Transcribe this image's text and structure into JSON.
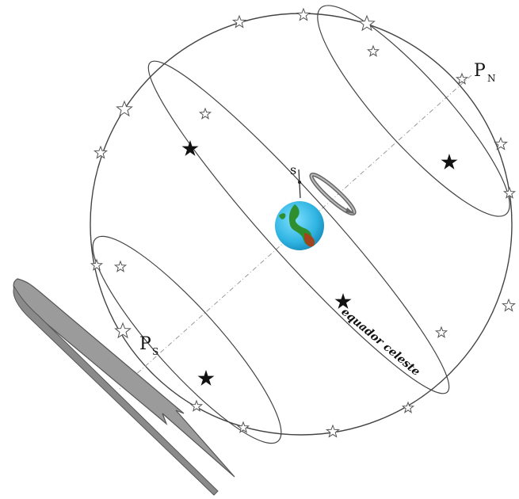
{
  "labels": {
    "north_pole_main": "P",
    "north_pole_sub": "N",
    "south_pole_main": "P",
    "south_pole_sub": "S",
    "celestial_equator": "equador celeste",
    "observer": "s"
  },
  "colors": {
    "line": "#444444",
    "axis": "#9a9a9a",
    "arrow_fill": "#9b9b9b",
    "arrow_stroke": "#555555",
    "earth_ocean": "#36bde8",
    "earth_land": "#2f8f2f",
    "earth_land_alt": "#a0441d",
    "star_dark": "#111111",
    "star_light": "#ffffff"
  },
  "icons": {
    "earth": "earth-globe-icon",
    "star_dark": "filled-star-icon",
    "star_light": "outline-star-icon",
    "rotation_arrow": "curved-arrow-icon"
  }
}
